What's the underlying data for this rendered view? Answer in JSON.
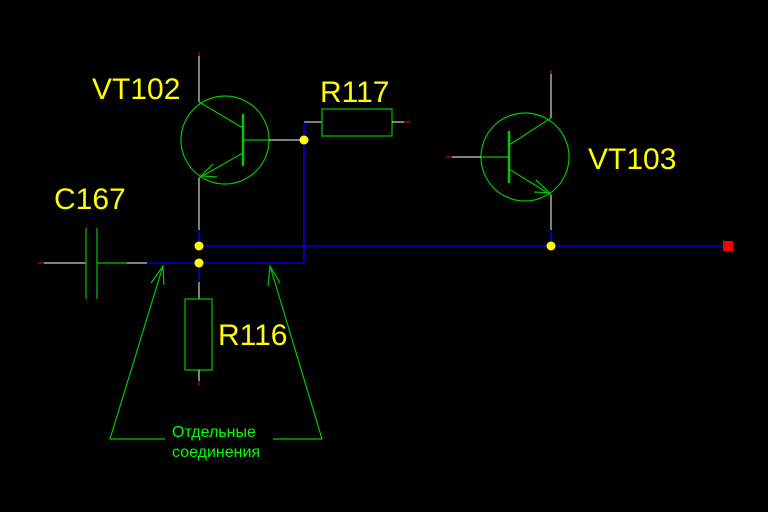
{
  "components": {
    "vt102": "VT102",
    "vt103": "VT103",
    "r117": "R117",
    "r116": "R116",
    "c167": "C167"
  },
  "annotation": {
    "line1": "Отдельные",
    "line2": "соединения"
  },
  "colors": {
    "background": "#000000",
    "component": "#00c800",
    "wire": "#0000ff",
    "pin": "#ffffff",
    "pin_tip": "#ff0000",
    "junction": "#ffff00",
    "label": "#ffff00",
    "annotation": "#00ff00",
    "port": "#ff0000"
  }
}
